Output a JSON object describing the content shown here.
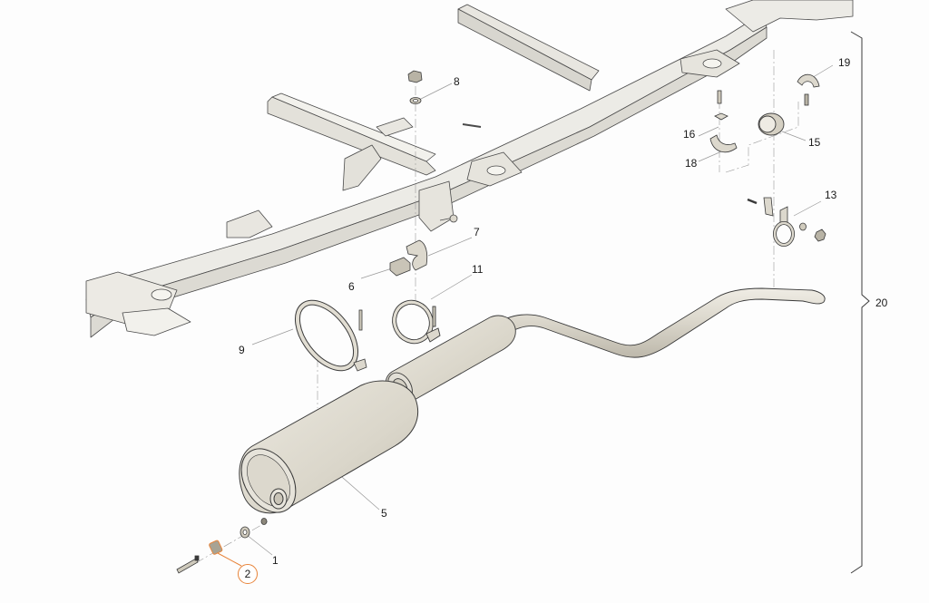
{
  "diagram": {
    "subject": "Exhaust system exploded view on vehicle chassis frame",
    "colors": {
      "background": "#fdfdfd",
      "part_fill": "#d9d5cb",
      "part_light": "#ebe8e0",
      "frame_fill": "#ecebe6",
      "outline": "#3a3a3a",
      "leader": "#9a9a9a",
      "highlight": "#e8843a"
    },
    "callouts": [
      {
        "id": "1",
        "label": "1",
        "part": "gasket/washer + nut"
      },
      {
        "id": "2",
        "label": "2",
        "part": "spring",
        "highlighted": true
      },
      {
        "id": "5",
        "label": "5",
        "part": "rear silencer (muffler)"
      },
      {
        "id": "6",
        "label": "6",
        "part": "rubber mounting block"
      },
      {
        "id": "7",
        "label": "7",
        "part": "mounting bracket"
      },
      {
        "id": "8",
        "label": "8",
        "part": "nut and washer"
      },
      {
        "id": "9",
        "label": "9",
        "part": "large clamp strap"
      },
      {
        "id": "11",
        "label": "11",
        "part": "small clamp strap"
      },
      {
        "id": "13",
        "label": "13",
        "part": "hanger clamp with bracket, bolt, washer, nut"
      },
      {
        "id": "15",
        "label": "15",
        "part": "rubber insulator ring"
      },
      {
        "id": "16",
        "label": "16",
        "part": "bolt with plate"
      },
      {
        "id": "18",
        "label": "18",
        "part": "lower half-bracket"
      },
      {
        "id": "19",
        "label": "19",
        "part": "upper half-bracket with bolt"
      },
      {
        "id": "20",
        "label": "20",
        "part": "complete assembly (bracket)"
      }
    ]
  }
}
